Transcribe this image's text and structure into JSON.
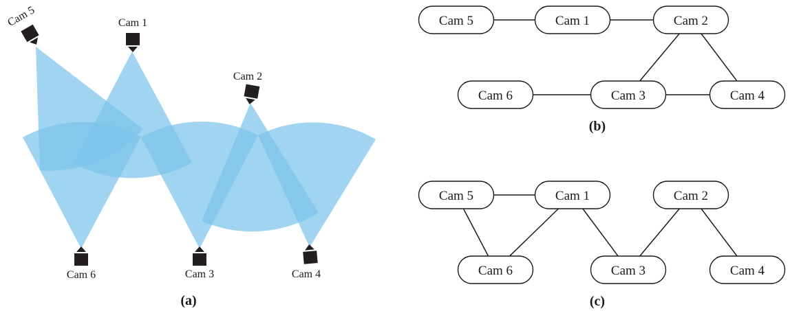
{
  "panel_a": {
    "label": "(a)",
    "cameras": [
      {
        "id": "cam5",
        "label": "Cam 5"
      },
      {
        "id": "cam1",
        "label": "Cam 1"
      },
      {
        "id": "cam2",
        "label": "Cam 2"
      },
      {
        "id": "cam6",
        "label": "Cam 6"
      },
      {
        "id": "cam3",
        "label": "Cam 3"
      },
      {
        "id": "cam4",
        "label": "Cam 4"
      }
    ]
  },
  "panel_b": {
    "label": "(b)",
    "nodes": [
      {
        "id": "cam5",
        "label": "Cam 5"
      },
      {
        "id": "cam1",
        "label": "Cam 1"
      },
      {
        "id": "cam2",
        "label": "Cam 2"
      },
      {
        "id": "cam6",
        "label": "Cam 6"
      },
      {
        "id": "cam3",
        "label": "Cam 3"
      },
      {
        "id": "cam4",
        "label": "Cam 4"
      }
    ],
    "edges": [
      [
        "cam5",
        "cam1"
      ],
      [
        "cam1",
        "cam2"
      ],
      [
        "cam2",
        "cam3"
      ],
      [
        "cam2",
        "cam4"
      ],
      [
        "cam6",
        "cam3"
      ],
      [
        "cam3",
        "cam4"
      ]
    ]
  },
  "panel_c": {
    "label": "(c)",
    "nodes": [
      {
        "id": "cam5",
        "label": "Cam 5"
      },
      {
        "id": "cam1",
        "label": "Cam 1"
      },
      {
        "id": "cam2",
        "label": "Cam 2"
      },
      {
        "id": "cam6",
        "label": "Cam 6"
      },
      {
        "id": "cam3",
        "label": "Cam 3"
      },
      {
        "id": "cam4",
        "label": "Cam 4"
      }
    ],
    "edges": [
      [
        "cam5",
        "cam1"
      ],
      [
        "cam5",
        "cam6"
      ],
      [
        "cam1",
        "cam6"
      ],
      [
        "cam1",
        "cam3"
      ],
      [
        "cam3",
        "cam2"
      ],
      [
        "cam2",
        "cam4"
      ]
    ]
  }
}
